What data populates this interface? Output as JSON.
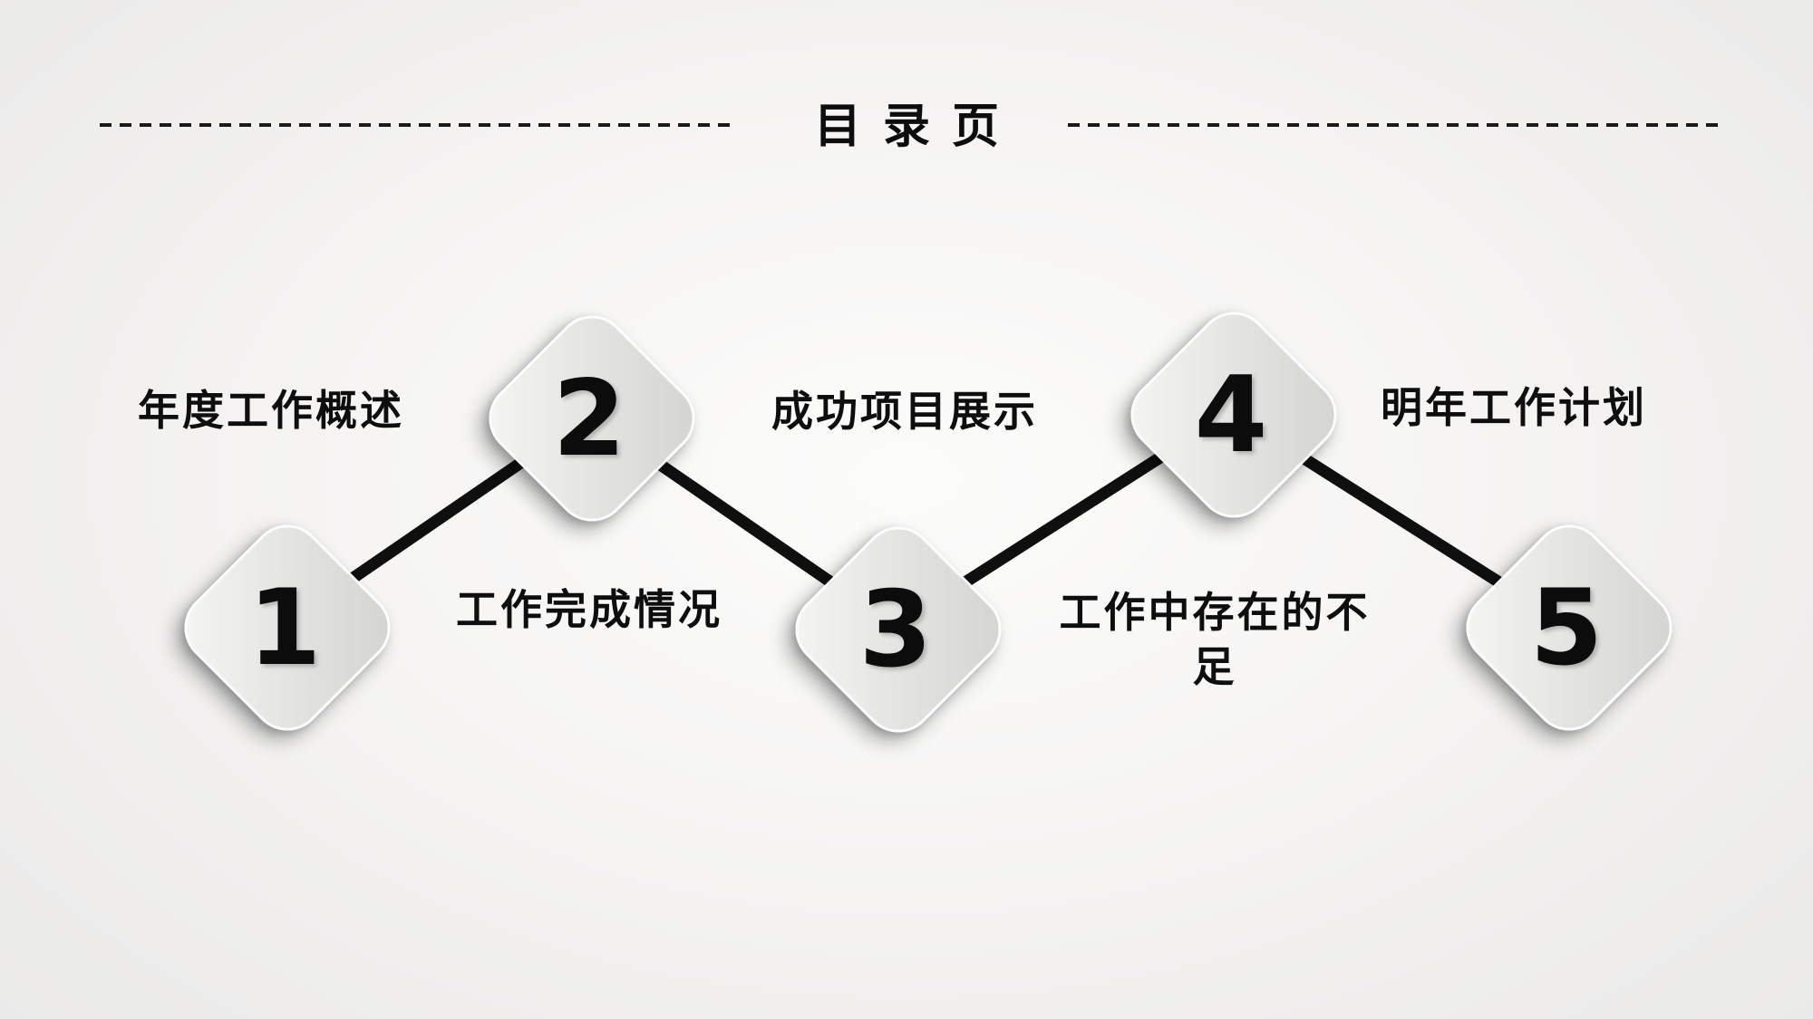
{
  "slide": {
    "title": "目录页",
    "items": [
      {
        "number": "1",
        "label": "年度工作概述"
      },
      {
        "number": "2",
        "label": "工作完成情况"
      },
      {
        "number": "3",
        "label": "成功项目展示"
      },
      {
        "number": "4",
        "label": "工作中存在的不足"
      },
      {
        "number": "5",
        "label": "明年工作计划"
      }
    ],
    "colors": {
      "text": "#0d0d0d",
      "connector_line": "#0f0f0f",
      "dashed_rule": "#1a1a1a",
      "diamond_gradient_top": "#d3d3d1",
      "diamond_gradient_bottom": "#f6f6f4",
      "diamond_border": "#fdfdfd",
      "background_center": "#fcfcfb",
      "background_edge": "#e9e9e8"
    }
  }
}
